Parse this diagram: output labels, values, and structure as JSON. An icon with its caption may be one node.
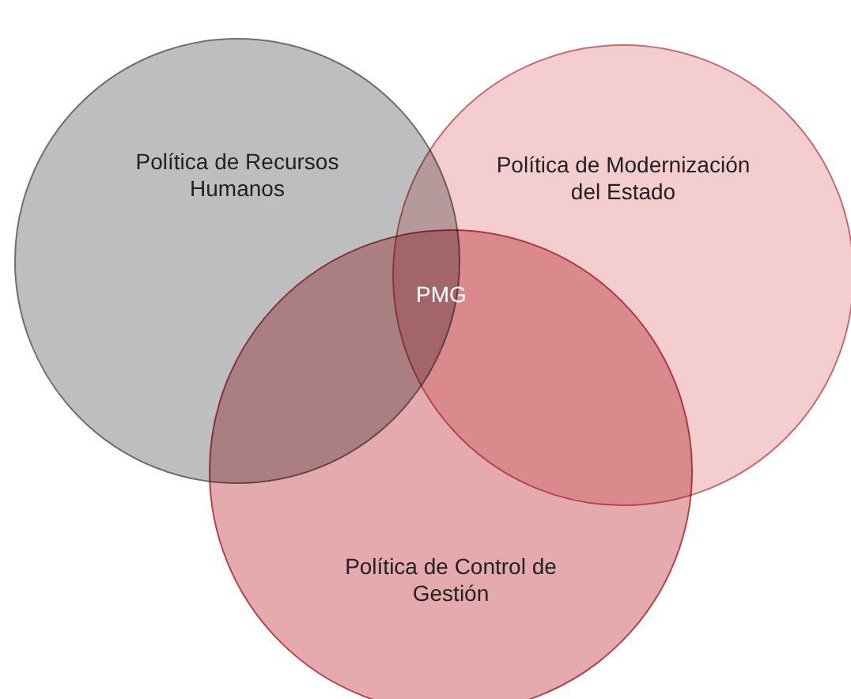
{
  "diagram": {
    "nodes": [
      {
        "text": [
          "Política de Recursos Humanos"
        ]
      },
      {
        "text": [
          "Política de Modernización del Estado"
        ]
      },
      {
        "text": [
          "Política de Control de Gestión"
        ]
      }
    ],
    "labels": [
      "PMG"
    ]
  }
}
